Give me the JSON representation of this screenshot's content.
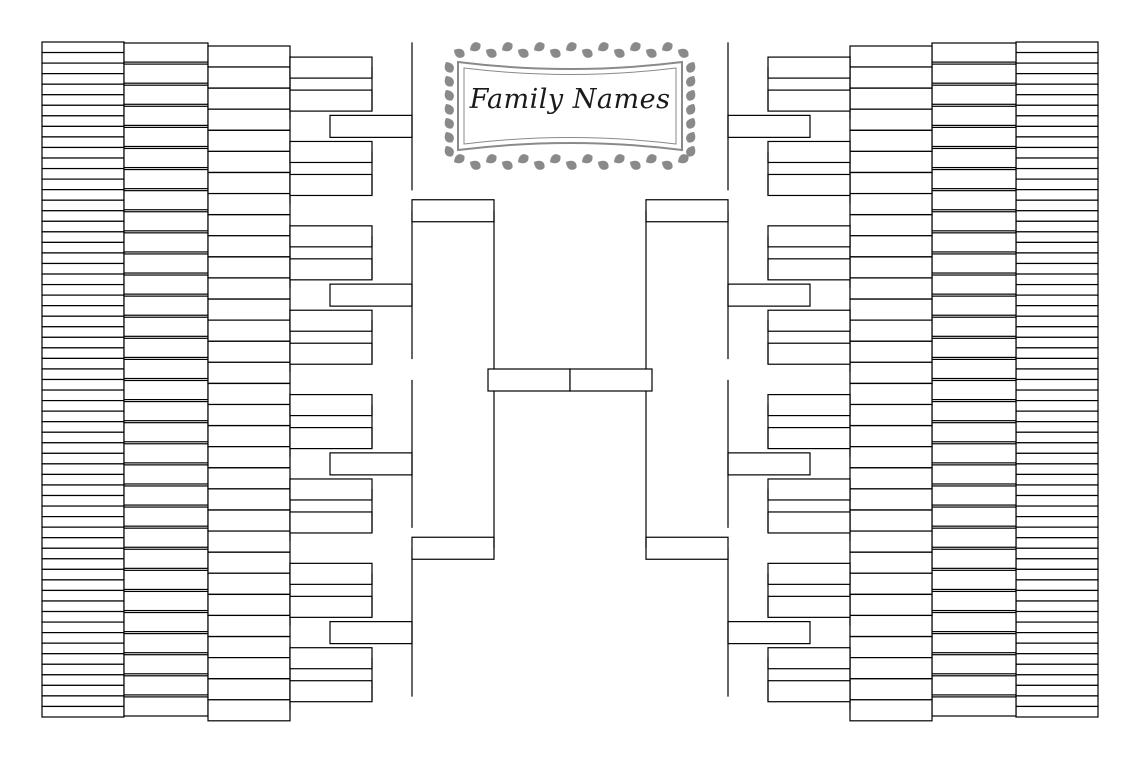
{
  "title": {
    "text": "Family Names"
  },
  "style": {
    "line_color": "#000000",
    "ornament_color": "#8a8a8a",
    "background": "#ffffff"
  },
  "structure": {
    "generations_per_side": 6,
    "root_slots": 2,
    "name_slots_per_slot": 1
  },
  "icons": {
    "frame": "floral-ornamental-frame-icon"
  }
}
